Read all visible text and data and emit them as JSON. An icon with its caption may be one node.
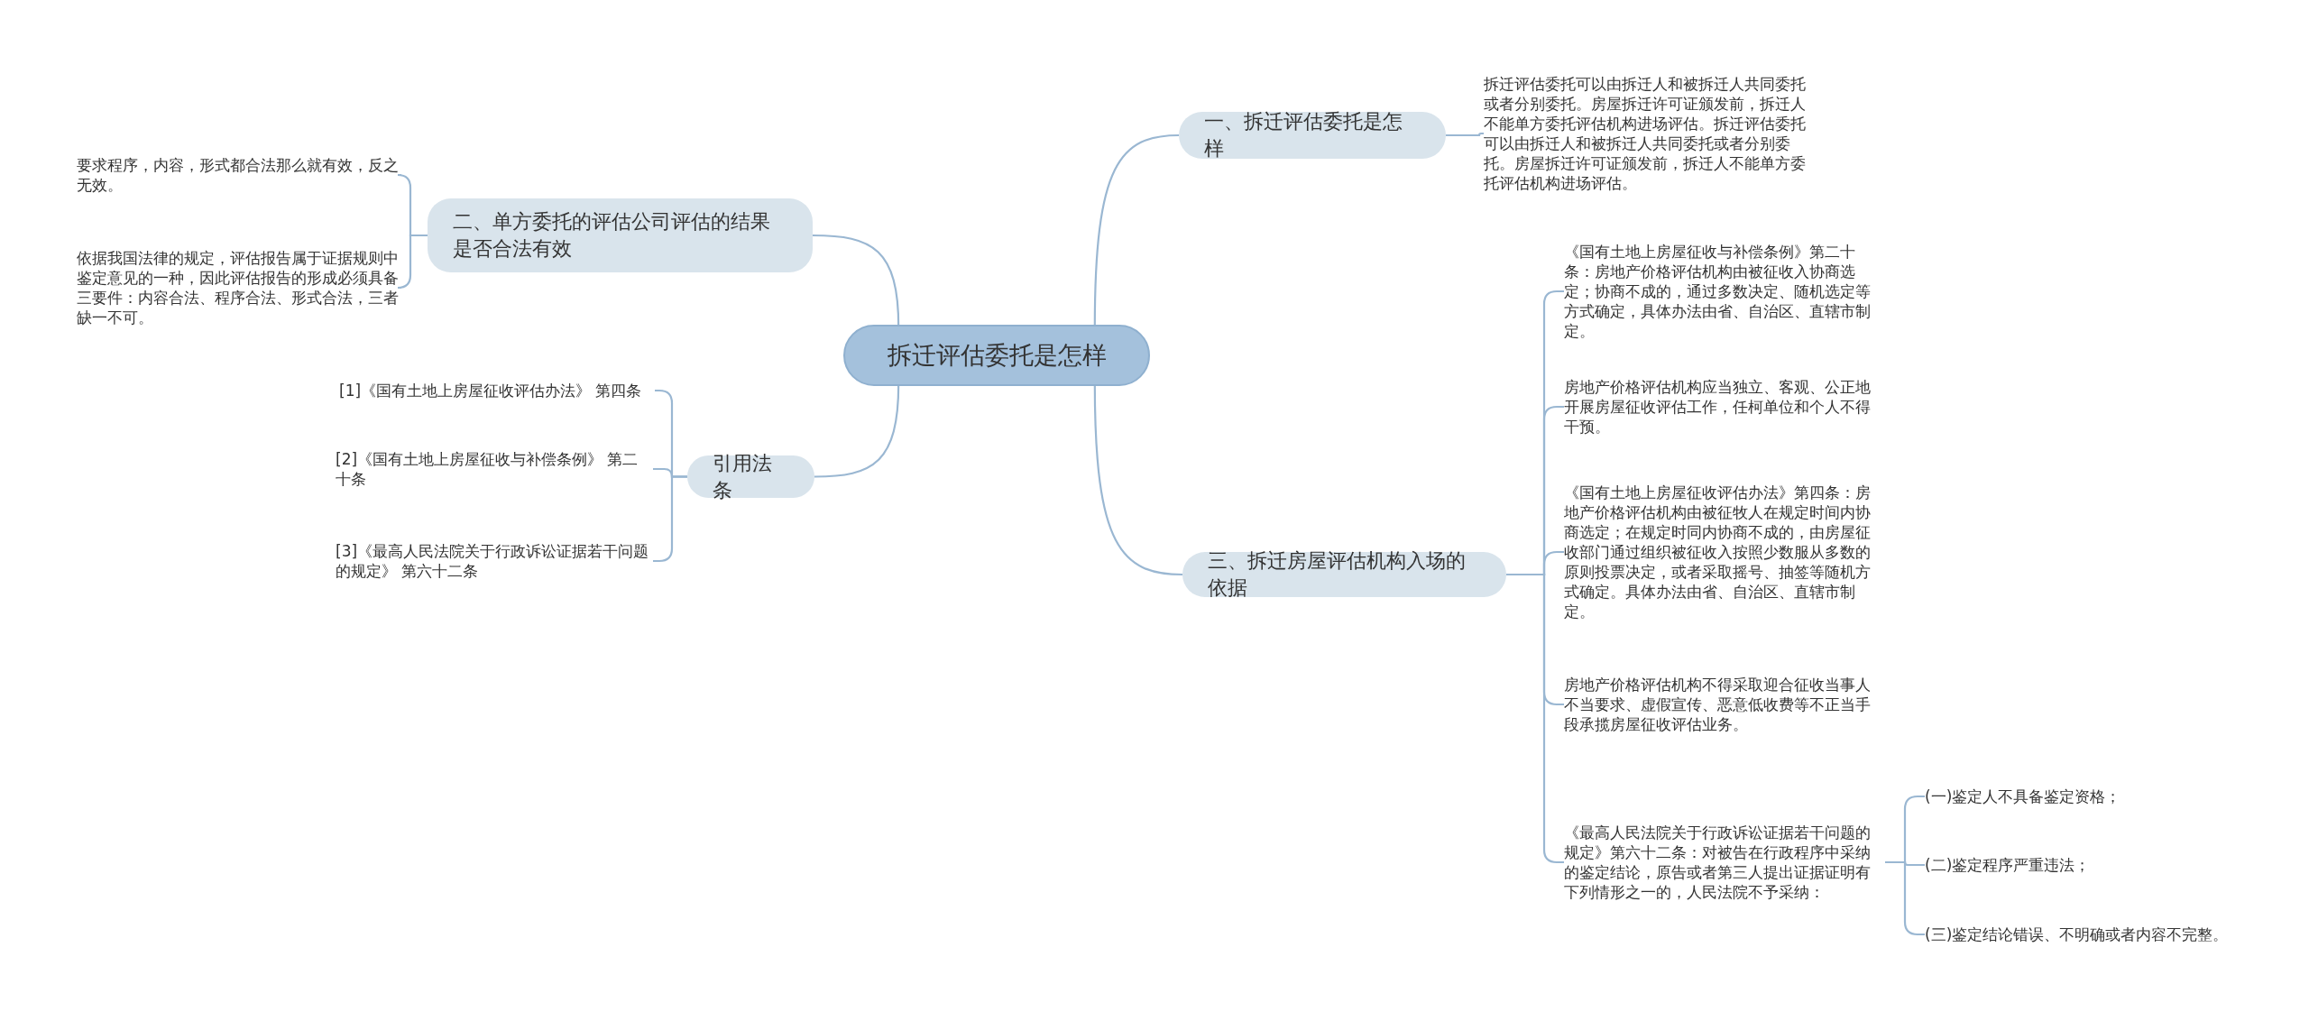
{
  "diagram": {
    "nodes": [
      {
        "text": [
          "拆迁评估委托是怎样"
        ]
      },
      {
        "text": [
          "一、拆迁评估委托是怎样"
        ]
      },
      {
        "text": [
          "拆迁评估委托可以由拆迁人和被拆迁人共同委托或者分别委托。房屋拆迁许可证颁发前，拆迁人不能单方委托评估机构进场评估。拆迁评估委托可以由拆迁人和被拆迁人共同委托或者分别委托。房屋拆迁许可证颁发前，拆迁人不能单方委托评估机构进场评估。"
        ]
      },
      {
        "text": [
          "二、单方委托的评估公司评估的结果是否合法有效"
        ]
      },
      {
        "text": [
          "要求程序，内容，形式都合法那么就有效，反之无效。"
        ]
      },
      {
        "text": [
          "依据我国法律的规定，评估报告属于证据规则中鉴定意见的一种，因此评估报告的形成必须具备三要件：内容合法、程序合法、形式合法，三者缺一不可。"
        ]
      },
      {
        "text": [
          "引用法条"
        ]
      },
      {
        "text": [
          "[1]《国有土地上房屋征收评估办法》 第四条"
        ]
      },
      {
        "text": [
          "[2]《国有土地上房屋征收与补偿条例》 第二十条"
        ]
      },
      {
        "text": [
          "[3]《最高人民法院关于行政诉讼证据若干问题的规定》 第六十二条"
        ]
      },
      {
        "text": [
          "三、拆迁房屋评估机构入场的依据"
        ]
      },
      {
        "text": [
          "《国有土地上房屋征收与补偿条例》第二十条：房地产价格评估机构由被征收入协商选定；协商不成的，通过多数决定、随机选定等方式确定，具体办法由省、自治区、直辖市制定。"
        ]
      },
      {
        "text": [
          "房地产价格评估机构应当独立、客观、公正地开展房屋征收评估工作，任柯单位和个人不得干预。"
        ]
      },
      {
        "text": [
          "《国有土地上房屋征收评估办法》第四条：房地产价格评估机构由被征牧人在规定时间内协商选定；在规定时同内协商不成的，由房屋征收部门通过组织被征收入按照少数服从多数的原则投票决定，或者采取摇号、抽签等随机方式确定。具体办法由省、自治区、直辖市制定。"
        ]
      },
      {
        "text": [
          "房地产价格评估机构不得采取迎合征收当事人不当要求、虚假宣传、恶意低收费等不正当手段承揽房屋征收评估业务。"
        ]
      },
      {
        "text": [
          "《最高人民法院关于行政诉讼证据若干问题的规定》第六十二条：对被告在行政程序中采纳的鉴定结论，原告或者第三人提出证据证明有下列情形之一的，人民法院不予采纳："
        ]
      },
      {
        "text": [
          "(一)鉴定人不具备鉴定资格；"
        ]
      },
      {
        "text": [
          "(二)鉴定程序严重违法；"
        ]
      },
      {
        "text": [
          "(三)鉴定结论错误、不明确或者内容不完整。"
        ]
      }
    ],
    "edges": [
      {
        "from": 0,
        "to": 1,
        "arrow": "none"
      },
      {
        "from": 1,
        "to": 2,
        "arrow": "none"
      },
      {
        "from": 0,
        "to": 3,
        "arrow": "none"
      },
      {
        "from": 3,
        "to": 4,
        "arrow": "none"
      },
      {
        "from": 3,
        "to": 5,
        "arrow": "none"
      },
      {
        "from": 0,
        "to": 6,
        "arrow": "none"
      },
      {
        "from": 6,
        "to": 7,
        "arrow": "none"
      },
      {
        "from": 6,
        "to": 8,
        "arrow": "none"
      },
      {
        "from": 6,
        "to": 9,
        "arrow": "none"
      },
      {
        "from": 0,
        "to": 10,
        "arrow": "none"
      },
      {
        "from": 10,
        "to": 11,
        "arrow": "none"
      },
      {
        "from": 10,
        "to": 12,
        "arrow": "none"
      },
      {
        "from": 10,
        "to": 13,
        "arrow": "none"
      },
      {
        "from": 10,
        "to": 14,
        "arrow": "none"
      },
      {
        "from": 10,
        "to": 15,
        "arrow": "none"
      },
      {
        "from": 15,
        "to": 16,
        "arrow": "none"
      },
      {
        "from": 15,
        "to": 17,
        "arrow": "none"
      },
      {
        "from": 15,
        "to": 18,
        "arrow": "none"
      }
    ]
  }
}
